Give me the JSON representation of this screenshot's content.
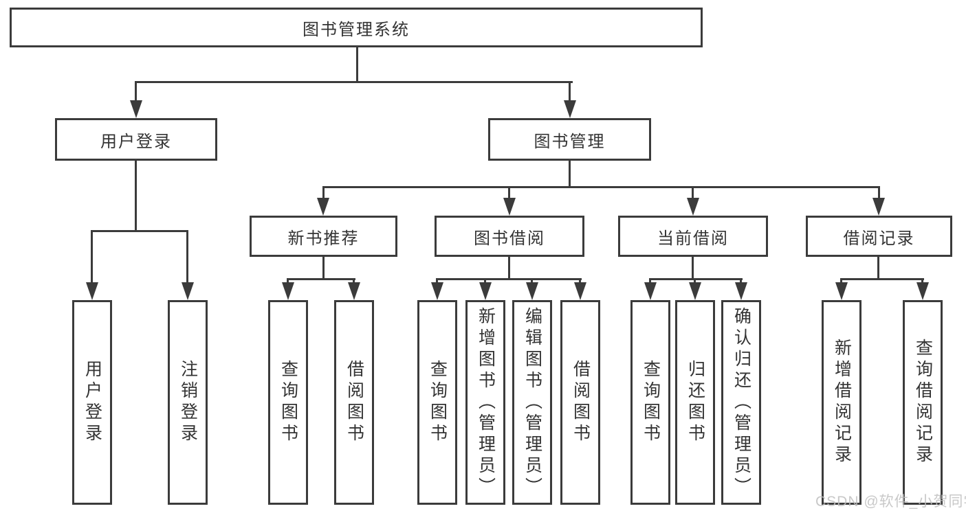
{
  "diagram_title": "图书管理系统",
  "colors": {
    "line": "#3b3b3b",
    "text": "#333333",
    "watermark": "#bfbfbf",
    "background": "#ffffff"
  },
  "watermark": {
    "text": "CSDN @软件_小贺同学"
  },
  "tree": {
    "label": "图书管理系统",
    "children": [
      {
        "label": "用户登录",
        "children": [
          {
            "label": "用户登录"
          },
          {
            "label": "注销登录"
          }
        ]
      },
      {
        "label": "图书管理",
        "children": [
          {
            "label": "新书推荐",
            "children": [
              {
                "label": "查询图书"
              },
              {
                "label": "借阅图书"
              }
            ]
          },
          {
            "label": "图书借阅",
            "children": [
              {
                "label": "查询图书"
              },
              {
                "label": "新增图书（管理员）"
              },
              {
                "label": "编辑图书（管理员）"
              },
              {
                "label": "借阅图书"
              }
            ]
          },
          {
            "label": "当前借阅",
            "children": [
              {
                "label": "查询图书"
              },
              {
                "label": "归还图书"
              },
              {
                "label": "确认归还（管理员）"
              }
            ]
          },
          {
            "label": "借阅记录",
            "children": [
              {
                "label": "新增借阅记录"
              },
              {
                "label": "查询借阅记录"
              }
            ]
          }
        ]
      }
    ]
  }
}
